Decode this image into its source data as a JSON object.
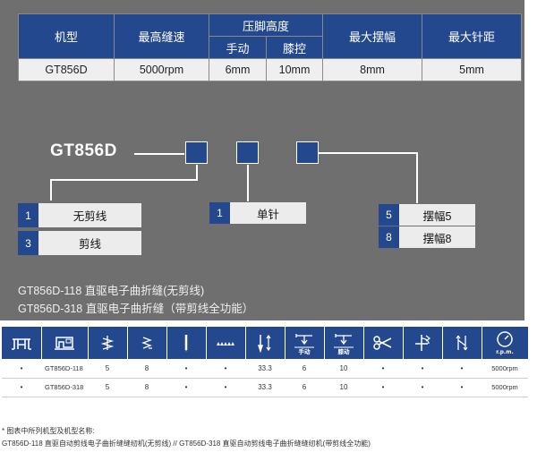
{
  "spec_table": {
    "headers": {
      "model": "机型",
      "max_speed": "最高缝速",
      "presser_height": "压脚高度",
      "manual": "手动",
      "knee": "膝控",
      "max_swing": "最大摆幅",
      "max_stitch": "最大针距"
    },
    "row": {
      "model": "GT856D",
      "speed": "5000rpm",
      "manual": "6mm",
      "knee": "10mm",
      "swing": "8mm",
      "stitch": "5mm"
    }
  },
  "diagram": {
    "model": "GT856D",
    "group1": [
      {
        "num": "1",
        "label": "无剪线"
      },
      {
        "num": "3",
        "label": "剪线"
      }
    ],
    "group2": [
      {
        "num": "1",
        "label": "单针"
      }
    ],
    "group3": [
      {
        "num": "5",
        "label": "摆幅5"
      },
      {
        "num": "8",
        "label": "摆幅8"
      }
    ]
  },
  "descriptions": [
    "GT856D-118  直驱电子曲折缝(无剪线)",
    "GT856D-318  直驱电子曲折缝（带剪线全功能）"
  ],
  "icons": [
    "bed-type-icon",
    "sewing-machine-icon",
    "zigzag-stitch-icon",
    "zigzag-pattern-icon",
    "needle-icon",
    "feed-dog-icon",
    "stitch-length-icon",
    "presser-foot-manual-icon",
    "presser-foot-knee-icon",
    "thread-trimmer-icon",
    "reverse-stitch-icon",
    "swing-width-icon",
    "speed-rpm-icon"
  ],
  "icon_labels": {
    "manual": "手动",
    "knee": "膝动",
    "rpm": "r.p.m."
  },
  "icon_table_rows": [
    {
      "c0": "•",
      "model": "GT856D-118",
      "c2": "5",
      "c3": "8",
      "c4": "•",
      "c5": "•",
      "c6": "33.3",
      "c7": "6",
      "c8": "10",
      "c9": "•",
      "c10": "•",
      "c11": "•",
      "rpm": "5000rpm"
    },
    {
      "c0": "•",
      "model": "GT856D-318",
      "c2": "5",
      "c3": "8",
      "c4": "•",
      "c5": "•",
      "c6": "33.3",
      "c7": "6",
      "c8": "10",
      "c9": "•",
      "c10": "•",
      "c11": "•",
      "rpm": "5000rpm"
    }
  ],
  "notes": {
    "line1": "* 图表中所列机型及机型名称:",
    "line2": "GT856D-118  直驱自动剪线电子曲折缝缝纫机(无剪线) // GT856D-318  直驱自动剪线电子曲折缝缝纫机(带剪线全功能)"
  }
}
